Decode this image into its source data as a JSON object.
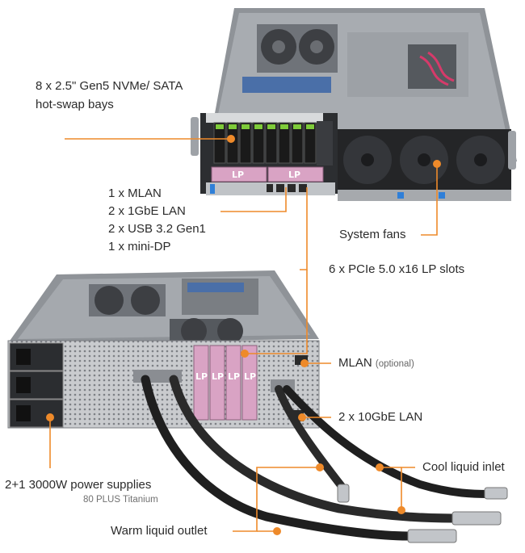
{
  "labels": {
    "bays_line1": "8 x 2.5\" Gen5 NVMe/ SATA",
    "bays_line2": "hot-swap bays",
    "ports_1": "1 x MLAN",
    "ports_2": "2 x 1GbE LAN",
    "ports_3": "2 x USB 3.2 Gen1",
    "ports_4": "1 x mini-DP",
    "system_fans": "System fans",
    "pcie_slots": "6 x PCIe 5.0 x16 LP slots",
    "mlan": "MLAN",
    "mlan_optional": "(optional)",
    "lan10": "2 x 10GbE LAN",
    "cool_inlet": "Cool liquid inlet",
    "psu": "2+1 3000W power supplies",
    "psu_sub": "80 PLUS Titanium",
    "warm_outlet": "Warm liquid outlet"
  },
  "slot_labels": {
    "front": "LP",
    "rear": "LP"
  },
  "colors": {
    "callout": "#ee8a2a",
    "pcie_pink": "#d9a3c4",
    "bay_green": "#7ecb3a",
    "hose": "#3a3a3a"
  }
}
